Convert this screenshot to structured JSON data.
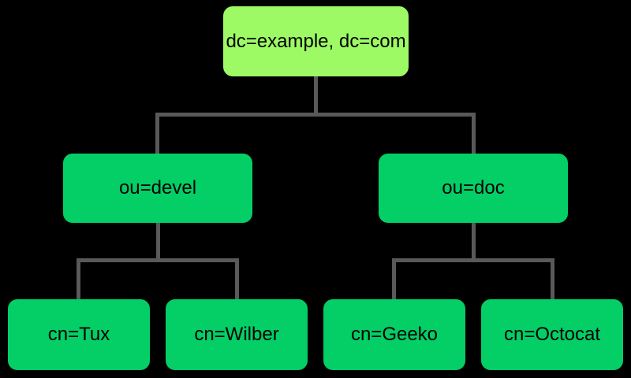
{
  "diagram": {
    "type": "tree",
    "description": "LDAP directory tree",
    "colors": {
      "background": "#000000",
      "root_fill": "#9dfa64",
      "node_fill": "#04ce66",
      "connector": "#595959",
      "text": "#000000"
    },
    "tree": {
      "root": {
        "label": "dc=example, dc=com"
      },
      "children": [
        {
          "label": "ou=devel",
          "children": [
            {
              "label": "cn=Tux"
            },
            {
              "label": "cn=Wilber"
            }
          ]
        },
        {
          "label": "ou=doc",
          "children": [
            {
              "label": "cn=Geeko"
            },
            {
              "label": "cn=Octocat"
            }
          ]
        }
      ]
    }
  }
}
